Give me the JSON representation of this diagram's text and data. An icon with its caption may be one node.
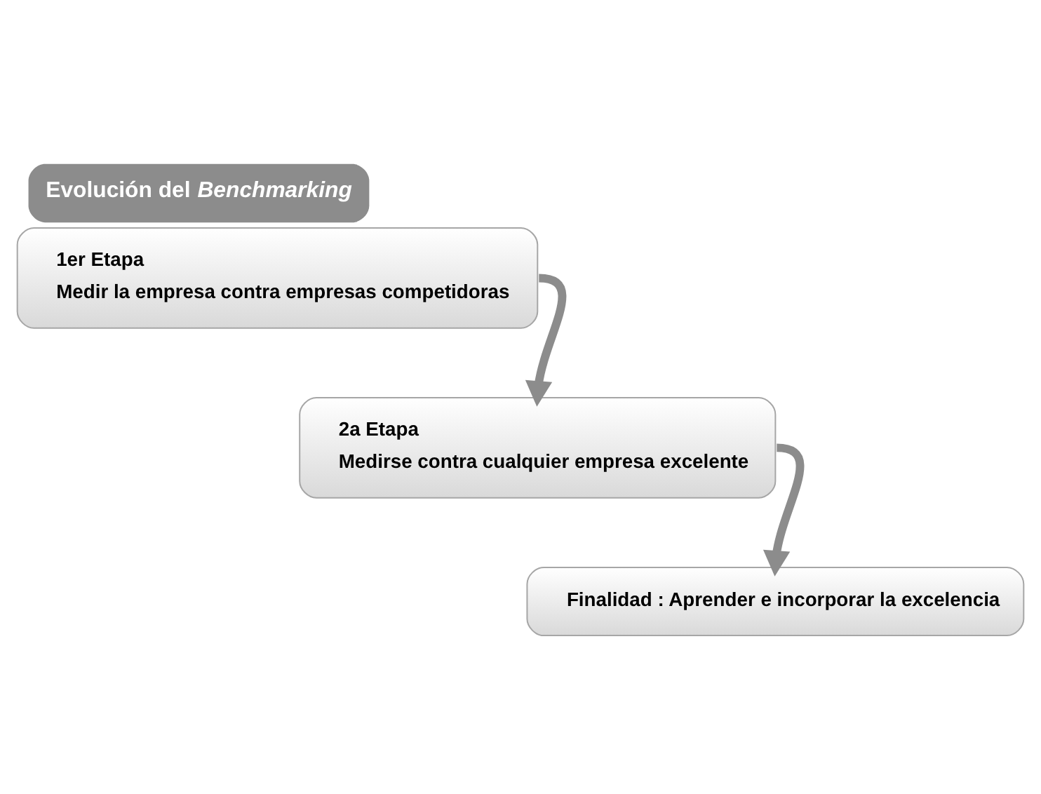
{
  "diagram": {
    "title": "Evolución del *Benchmarking*",
    "nodes": [
      {
        "text": [
          "1er Etapa",
          "Medir la empresa contra empresas competidoras"
        ]
      },
      {
        "text": [
          "2a Etapa",
          "Medirse contra cualquier empresa excelente"
        ]
      },
      {
        "text": [
          "Finalidad : Aprender e incorporar la excelencia"
        ]
      }
    ],
    "edges": [
      {
        "from": 0,
        "to": 1,
        "arrow": "to"
      },
      {
        "from": 1,
        "to": 2,
        "arrow": "to"
      }
    ]
  }
}
